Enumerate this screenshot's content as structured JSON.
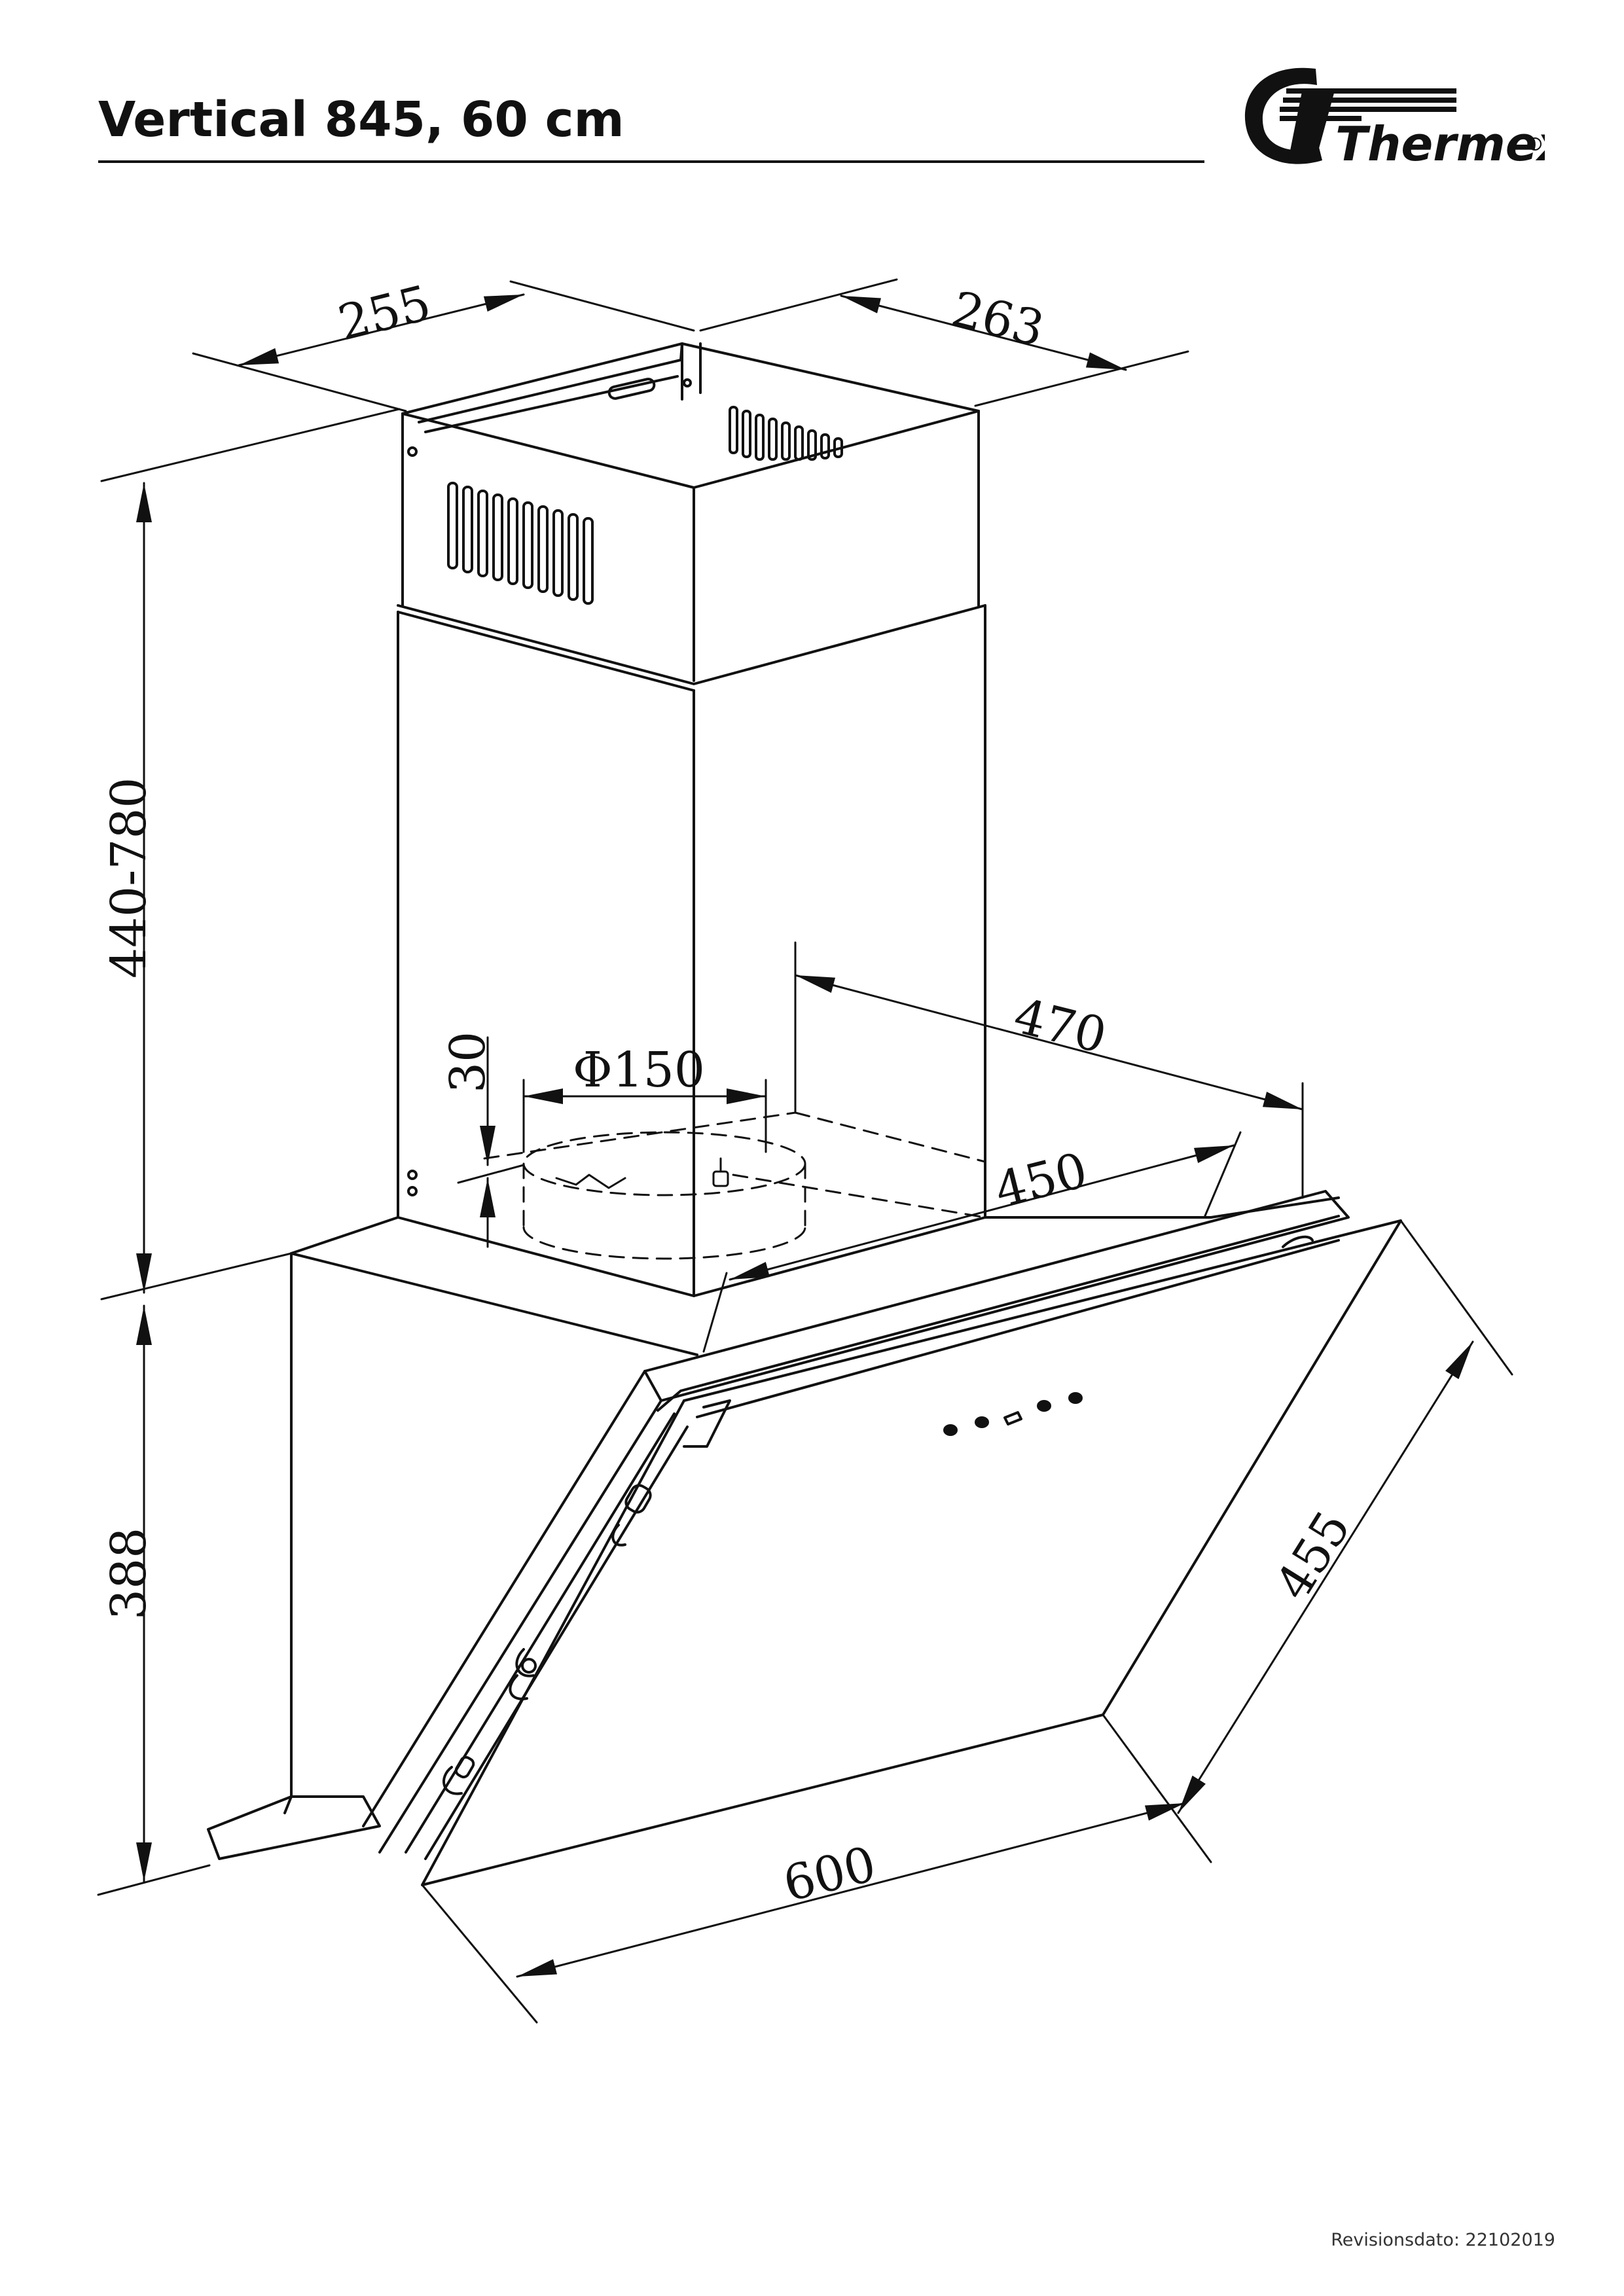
{
  "header": {
    "title": "Vertical 845, 60 cm"
  },
  "logo": {
    "brand": "Thermex"
  },
  "dimensions": {
    "chimney_depth": "255",
    "chimney_width": "263",
    "chimney_height": "440-780",
    "duct_diameter": "Φ150",
    "duct_collar": "30",
    "outlet_offset_depth": "470",
    "outlet_offset_width": "450",
    "lower_height": "388",
    "glass_depth": "455",
    "width": "600"
  },
  "footer": {
    "revision": "Revisionsdato: 22102019"
  },
  "colors": {
    "line": "#111111",
    "background": "#ffffff"
  }
}
